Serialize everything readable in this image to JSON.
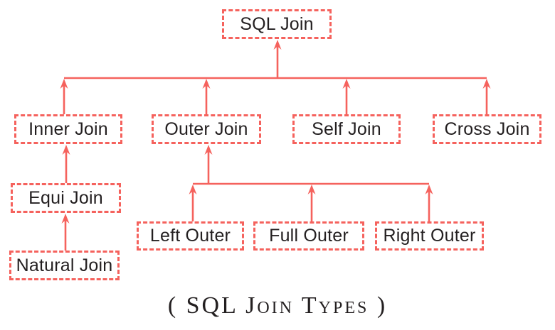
{
  "diagram": {
    "caption": "( SQL Join Types )",
    "colors": {
      "line": "#f5625d",
      "text": "#231f20",
      "background": "#ffffff"
    },
    "nodes": {
      "sql_join": {
        "label": "SQL Join"
      },
      "inner_join": {
        "label": "Inner Join"
      },
      "outer_join": {
        "label": "Outer Join"
      },
      "self_join": {
        "label": "Self Join"
      },
      "cross_join": {
        "label": "Cross Join"
      },
      "equi_join": {
        "label": "Equi Join"
      },
      "natural_join": {
        "label": "Natural Join"
      },
      "left_outer": {
        "label": "Left Outer"
      },
      "full_outer": {
        "label": "Full Outer"
      },
      "right_outer": {
        "label": "Right Outer"
      }
    },
    "arrow_direction": "child-to-parent",
    "hierarchy": [
      {
        "child": "Inner Join",
        "parent": "SQL Join"
      },
      {
        "child": "Outer Join",
        "parent": "SQL Join"
      },
      {
        "child": "Self Join",
        "parent": "SQL Join"
      },
      {
        "child": "Cross Join",
        "parent": "SQL Join"
      },
      {
        "child": "Equi Join",
        "parent": "Inner Join"
      },
      {
        "child": "Natural Join",
        "parent": "Equi Join"
      },
      {
        "child": "Left Outer",
        "parent": "Outer Join"
      },
      {
        "child": "Full Outer",
        "parent": "Outer Join"
      },
      {
        "child": "Right Outer",
        "parent": "Outer Join"
      }
    ]
  }
}
